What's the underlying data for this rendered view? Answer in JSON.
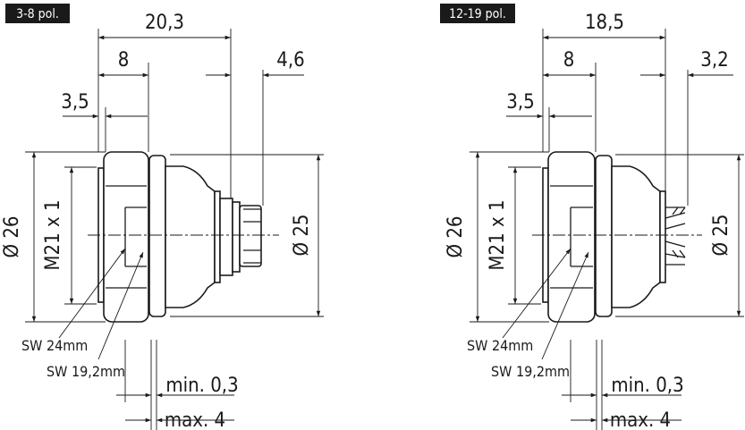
{
  "drawings": [
    {
      "badge": "3-8 pol.",
      "overall_length": "20,3",
      "flange_length": "8",
      "rear_length": "4,6",
      "front_length": "3,5",
      "diameter_front": "Ø 26",
      "thread": "M21 x 1",
      "diameter_rear": "Ø 25",
      "wrench_1": "SW 24mm",
      "wrench_2": "SW 19,2mm",
      "panel_min": "min. 0,3",
      "panel_max": "max. 4"
    },
    {
      "badge": "12-19 pol.",
      "overall_length": "18,5",
      "flange_length": "8",
      "rear_length": "3,2",
      "front_length": "3,5",
      "diameter_front": "Ø 26",
      "thread": "M21 x 1",
      "diameter_rear": "Ø 25",
      "wrench_1": "SW 24mm",
      "wrench_2": "SW 19,2mm",
      "panel_min": "min. 0,3",
      "panel_max": "max. 4"
    }
  ]
}
